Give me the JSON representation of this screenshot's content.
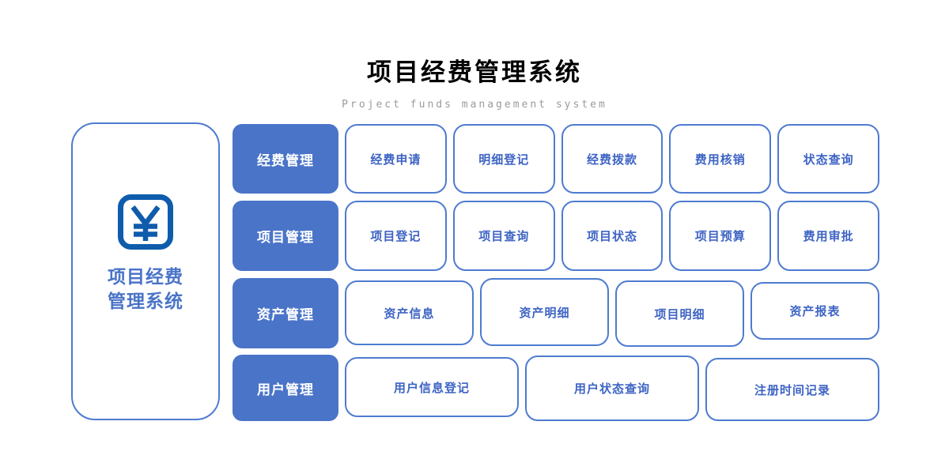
{
  "title": "项目经费管理系统",
  "subtitle": "Project funds management system",
  "colors": {
    "accent": "#4a74c8",
    "border": "#4e7bd0",
    "button_text": "#3e64c4",
    "icon": "#0e5cab",
    "card_label": "#4a74c8",
    "title": "#000000",
    "subtitle": "#9b9b9b"
  },
  "left_card": {
    "icon": "yuan-icon",
    "label_line1": "项目经费",
    "label_line2": "管理系统"
  },
  "rows": [
    {
      "category": "经费管理",
      "items": [
        "经费申请",
        "明细登记",
        "经费拨款",
        "费用核销",
        "状态查询"
      ]
    },
    {
      "category": "项目管理",
      "items": [
        "项目登记",
        "项目查询",
        "项目状态",
        "项目预算",
        "费用审批"
      ]
    },
    {
      "category": "资产管理",
      "items": [
        "资产信息",
        "资产明细",
        "项目明细",
        "资产报表"
      ]
    },
    {
      "category": "用户管理",
      "items": [
        "用户信息登记",
        "用户状态查询",
        "注册时间记录"
      ]
    }
  ]
}
